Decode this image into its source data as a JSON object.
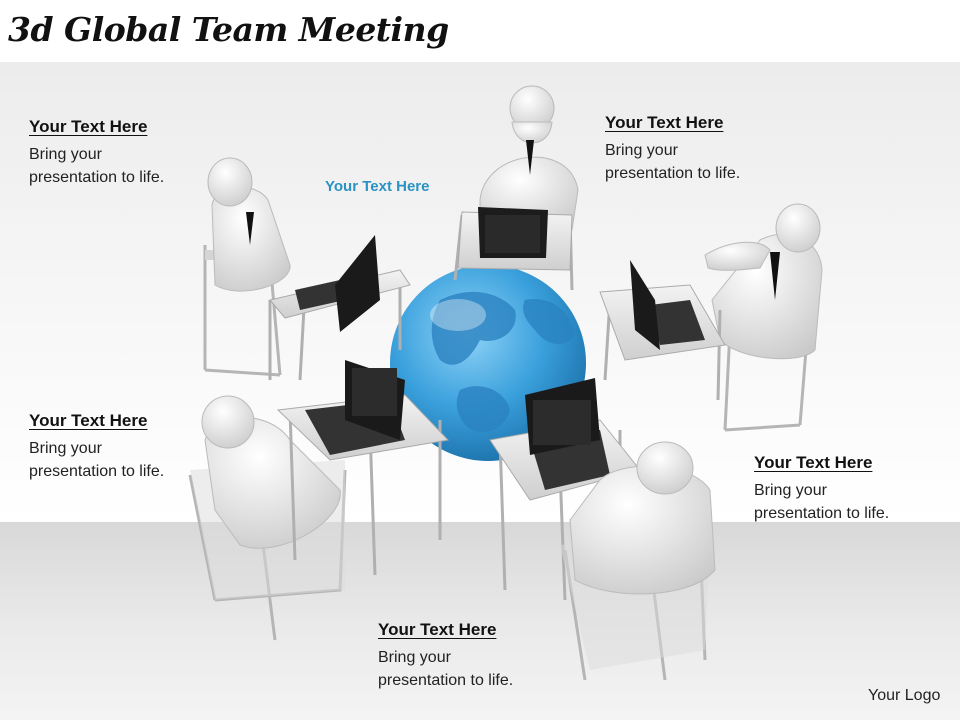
{
  "slide": {
    "title": "3d Global Team Meeting",
    "center_label": "Your Text Here",
    "logo": "Your Logo",
    "colors": {
      "accent": "#2a93c4",
      "globe": "#3aa0dc"
    },
    "blocks": [
      {
        "heading": "Your Text Here",
        "body": "Bring your presentation to life."
      },
      {
        "heading": "Your Text Here",
        "body": "Bring your presentation to life."
      },
      {
        "heading": "Your Text Here",
        "body": "Bring your presentation to life."
      },
      {
        "heading": "Your Text Here",
        "body": "Bring your presentation to life."
      },
      {
        "heading": "Your Text Here",
        "body": "Bring your presentation to life."
      }
    ]
  }
}
